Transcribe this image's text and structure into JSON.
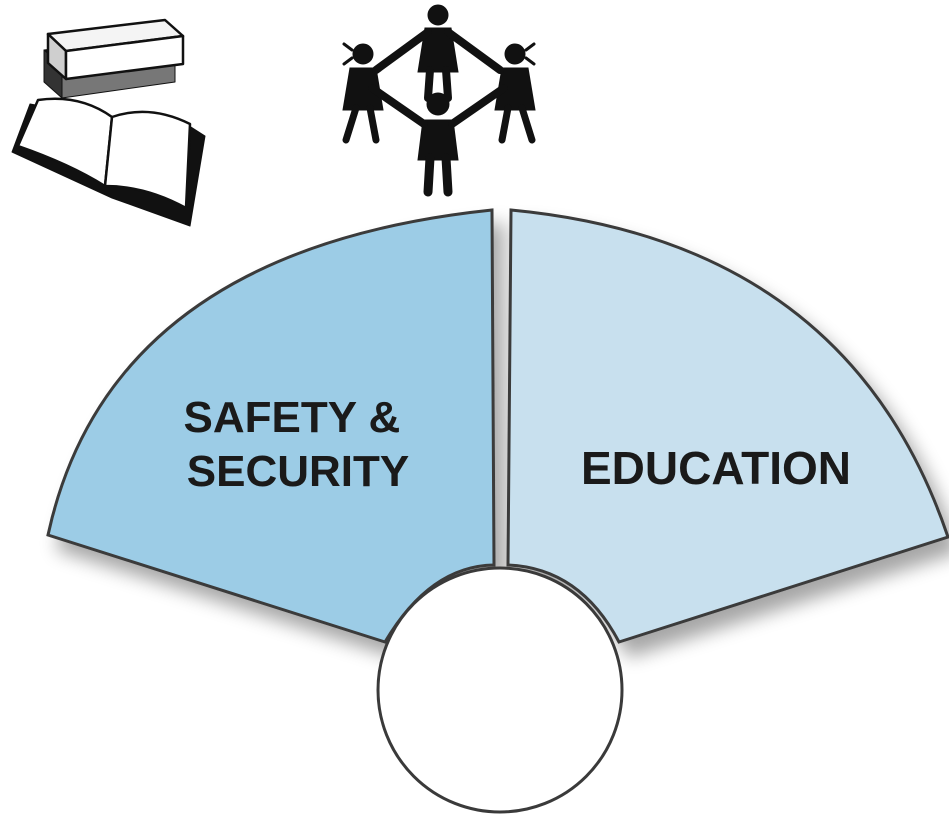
{
  "diagram": {
    "segments": [
      {
        "id": "safety",
        "lines": [
          "SAFETY &",
          "SECURITY"
        ],
        "color": "#9ccce6"
      },
      {
        "id": "education",
        "lines": [
          "EDUCATION"
        ],
        "color": "#c8e0ee"
      }
    ],
    "center_circle": {
      "label": ""
    },
    "icons": {
      "left": "books-icon",
      "right": "children-circle-icon"
    },
    "outline_color": "#3a3a3a"
  }
}
